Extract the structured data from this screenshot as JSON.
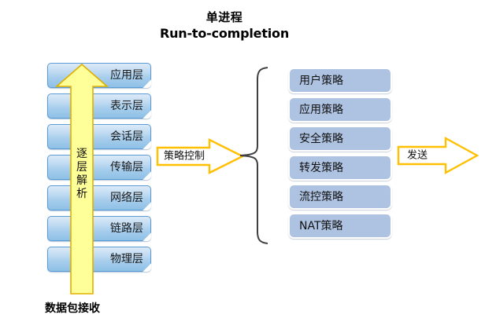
{
  "title": {
    "line1": "单进程",
    "line2": "Run-to-completion"
  },
  "osi_stack": {
    "name": "OSI protocol layer stack",
    "layers": [
      {
        "label": "应用层"
      },
      {
        "label": "表示层"
      },
      {
        "label": "会话层"
      },
      {
        "label": "传输层"
      },
      {
        "label": "网络层"
      },
      {
        "label": "链路层"
      },
      {
        "label": "物理层"
      }
    ]
  },
  "up_arrow": {
    "label_chars": [
      "逐",
      "层",
      "解",
      "析"
    ],
    "label": "逐层解析",
    "fill_color": "#ffff99",
    "border_color": "#e0b000"
  },
  "bottom_caption": "数据包接收",
  "arrows": {
    "policy_control": {
      "label": "策略控制",
      "fill_color": "#ffffff",
      "border_color": "#ffc000"
    },
    "send": {
      "label": "发送",
      "fill_color": "#ffffff",
      "border_color": "#ffc000"
    }
  },
  "brace": {
    "name": "left-curly-brace",
    "color": "#3f3f3f"
  },
  "policy_stack": {
    "name": "policy list",
    "items": [
      {
        "label": "用户策略"
      },
      {
        "label": "应用策略"
      },
      {
        "label": "安全策略"
      },
      {
        "label": "转发策略"
      },
      {
        "label": "流控策略"
      },
      {
        "label": "NAT策略"
      }
    ],
    "fill_color": "#aec2e2",
    "border_color": "#ffffff"
  },
  "palette": {
    "layer_blue_top": "#dceaf7",
    "layer_blue_bottom": "#8ec0e6",
    "layer_border": "#5b9bd5",
    "arrow_yellow": "#ffff99",
    "arrow_gold": "#ffc000",
    "policy_blue": "#aec2e2",
    "background": "#ffffff"
  }
}
